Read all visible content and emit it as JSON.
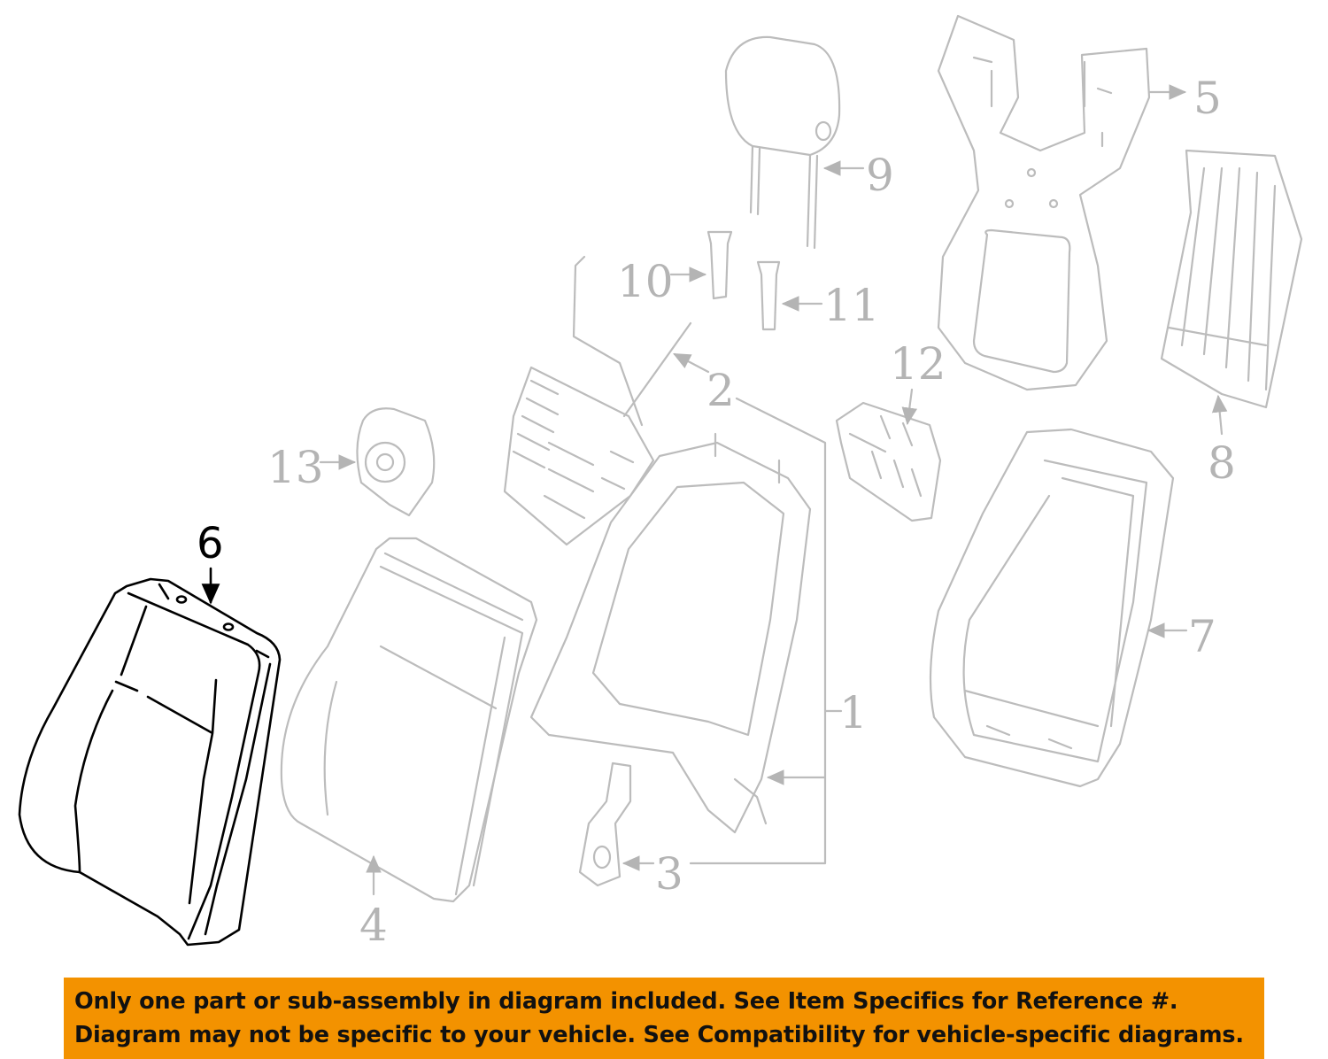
{
  "diagram": {
    "highlight_color": "#f39200",
    "callouts": {
      "c1": "1",
      "c2": "2",
      "c3": "3",
      "c4": "4",
      "c5": "5",
      "c6": "6",
      "c7": "7",
      "c8": "8",
      "c9": "9",
      "c10": "10",
      "c11": "11",
      "c12": "12",
      "c13": "13"
    },
    "highlighted_part": "6"
  },
  "banner": {
    "line1": "Only one part or sub-assembly in diagram included. See Item Specifics for Reference #.",
    "line2": "Diagram may not be specific to your vehicle. See Compatibility for vehicle-specific diagrams."
  }
}
